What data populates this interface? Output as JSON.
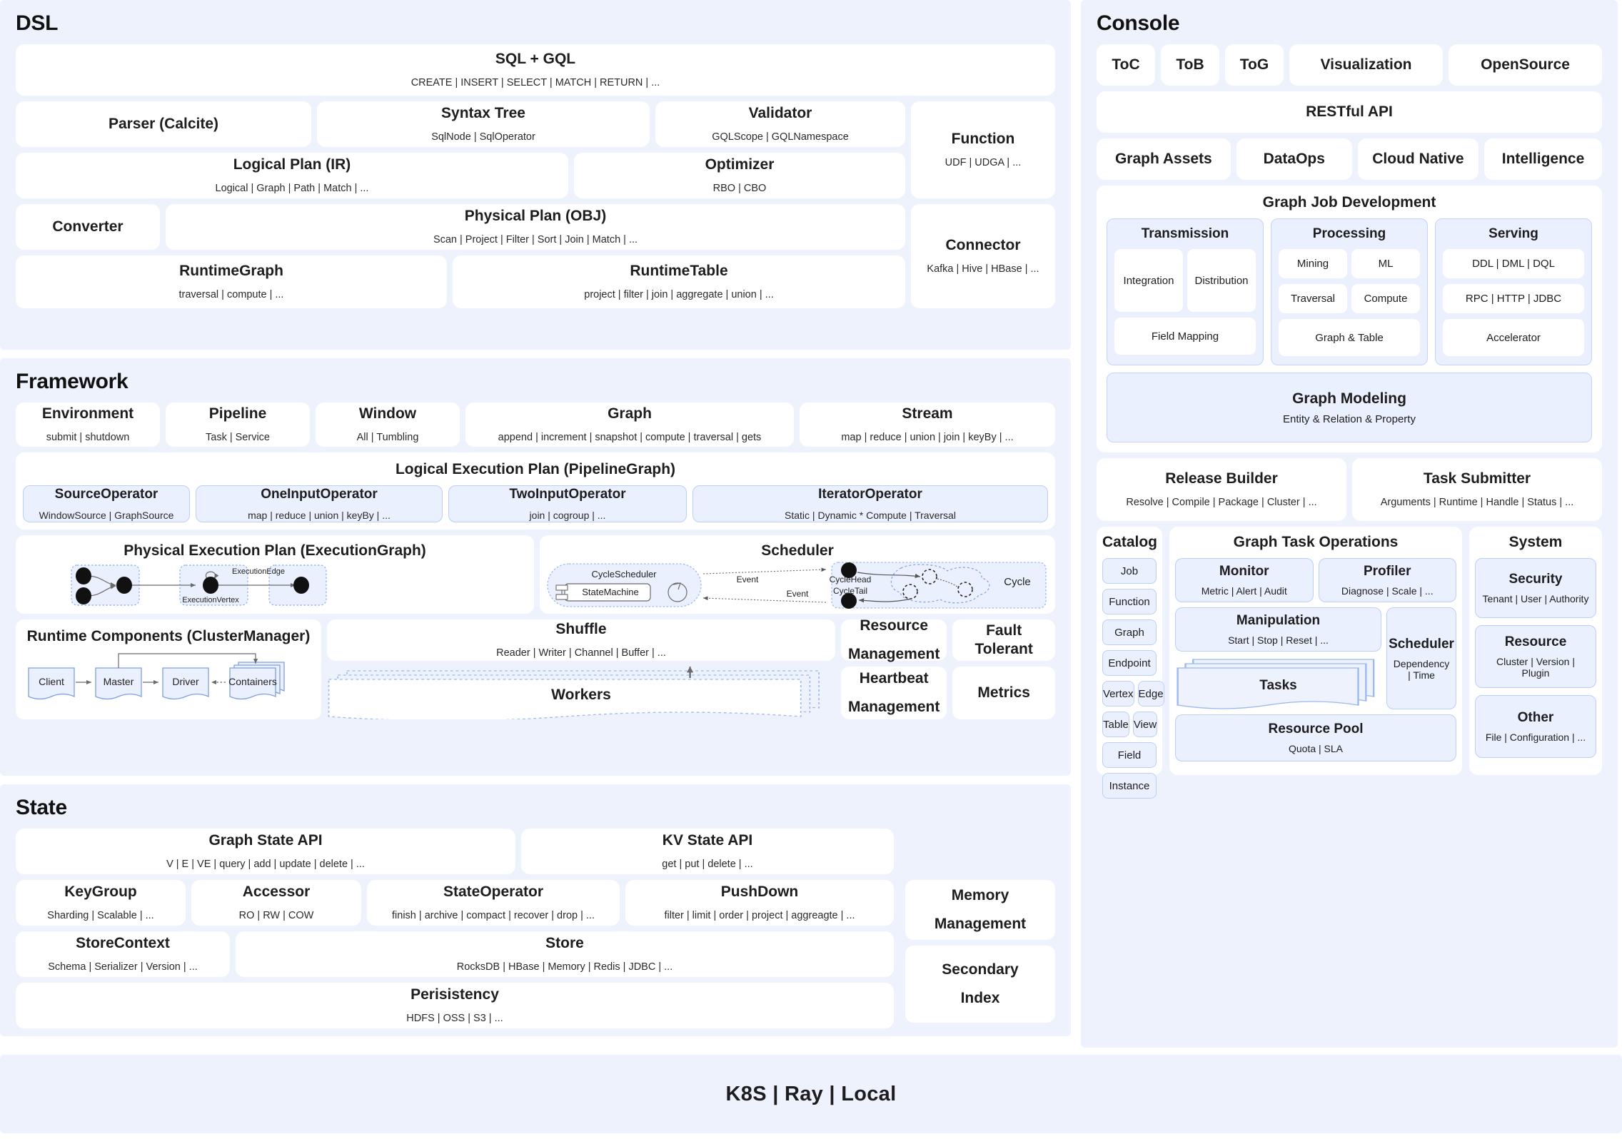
{
  "sections": {
    "dsl": {
      "title": "DSL"
    },
    "framework": {
      "title": "Framework"
    },
    "state": {
      "title": "State"
    },
    "console": {
      "title": "Console"
    }
  },
  "dsl": {
    "sql_gql": {
      "title": "SQL + GQL",
      "sub": "CREATE | INSERT | SELECT | MATCH | RETURN | ..."
    },
    "parser": {
      "title": "Parser (Calcite)",
      "sub": ""
    },
    "syntax_tree": {
      "title": "Syntax Tree",
      "sub": "SqlNode | SqlOperator"
    },
    "validator": {
      "title": "Validator",
      "sub": "GQLScope | GQLNamespace"
    },
    "logical_plan": {
      "title": "Logical Plan (IR)",
      "sub": "Logical | Graph | Path | Match | ..."
    },
    "optimizer": {
      "title": "Optimizer",
      "sub": "RBO | CBO"
    },
    "converter": {
      "title": "Converter",
      "sub": ""
    },
    "physical_plan": {
      "title": "Physical Plan (OBJ)",
      "sub": "Scan | Project | Filter | Sort | Join | Match | ..."
    },
    "runtime_graph": {
      "title": "RuntimeGraph",
      "sub": "traversal | compute | ..."
    },
    "runtime_table": {
      "title": "RuntimeTable",
      "sub": "project | filter | join | aggregate | union | ..."
    },
    "function": {
      "title": "Function",
      "sub": "UDF | UDGA | ..."
    },
    "connector": {
      "title": "Connector",
      "sub": "Kafka | Hive | HBase | ..."
    }
  },
  "framework": {
    "top_cards": [
      {
        "title": "Environment",
        "sub": "submit | shutdown"
      },
      {
        "title": "Pipeline",
        "sub": "Task | Service"
      },
      {
        "title": "Window",
        "sub": "All | Tumbling"
      },
      {
        "title": "Graph",
        "sub": "append | increment | snapshot | compute | traversal | gets"
      },
      {
        "title": "Stream",
        "sub": "map | reduce | union | join | keyBy | ..."
      }
    ],
    "logical_execution_plan": {
      "title": "Logical Execution Plan (PipelineGraph)"
    },
    "operators": [
      {
        "title": "SourceOperator",
        "sub": "WindowSource | GraphSource"
      },
      {
        "title": "OneInputOperator",
        "sub": "map | reduce | union | keyBy | ..."
      },
      {
        "title": "TwoInputOperator",
        "sub": "join | cogroup | ..."
      },
      {
        "title": "IteratorOperator",
        "sub": "Static | Dynamic * Compute | Traversal"
      }
    ],
    "physical_execution_plan": {
      "title": "Physical Execution Plan (ExecutionGraph)",
      "vertex_label": "ExecutionVertex",
      "edge_label": "ExecutionEdge"
    },
    "scheduler": {
      "title": "Scheduler",
      "cycle_scheduler": "CycleScheduler",
      "state_machine": "StateMachine",
      "event_top": "Event",
      "event_bottom": "Event",
      "cycle_head": "CycleHead",
      "cycle_tail": "CycleTail",
      "cycle": "Cycle"
    },
    "runtime_components": {
      "title": "Runtime Components (ClusterManager)",
      "nodes": [
        "Client",
        "Master",
        "Driver",
        "Containers"
      ]
    },
    "shuffle": {
      "title": "Shuffle",
      "sub": "Reader | Writer | Channel | Buffer | ..."
    },
    "workers": {
      "title": "Workers"
    },
    "right_cards": [
      {
        "line1": "Resource",
        "line2": "Management"
      },
      {
        "line1": "Fault Tolerant",
        "line2": ""
      },
      {
        "line1": "Heartbeat",
        "line2": "Management"
      },
      {
        "line1": "Metrics",
        "line2": ""
      }
    ]
  },
  "state": {
    "graph_state_api": {
      "title": "Graph State API",
      "sub": "V | E | VE | query | add | update | delete | ..."
    },
    "kv_state_api": {
      "title": "KV State API",
      "sub": "get | put | delete | ..."
    },
    "key_group": {
      "title": "KeyGroup",
      "sub": "Sharding | Scalable | ..."
    },
    "accessor": {
      "title": "Accessor",
      "sub": "RO | RW | COW"
    },
    "state_operator": {
      "title": "StateOperator",
      "sub": "finish | archive | compact | recover | drop | ..."
    },
    "push_down": {
      "title": "PushDown",
      "sub": "filter | limit | order | project | aggreagte | ..."
    },
    "store_context": {
      "title": "StoreContext",
      "sub": "Schema | Serializer | Version | ..."
    },
    "store": {
      "title": "Store",
      "sub": "RocksDB | HBase | Memory | Redis | JDBC | ..."
    },
    "persistency": {
      "title": "Perisistency",
      "sub": "HDFS | OSS | S3 | ..."
    },
    "memory_management": {
      "line1": "Memory",
      "line2": "Management"
    },
    "secondary_index": {
      "line1": "Secondary",
      "line2": "Index"
    }
  },
  "console": {
    "top_tabs": [
      "ToC",
      "ToB",
      "ToG",
      "Visualization",
      "OpenSource"
    ],
    "restful_api": "RESTful API",
    "second_tabs": [
      "Graph Assets",
      "DataOps",
      "Cloud Native",
      "Intelligence"
    ],
    "graph_job_development": {
      "title": "Graph Job Development",
      "columns": [
        {
          "header": "Transmission",
          "pair": [
            "Integration",
            "Distribution"
          ],
          "full": "Field Mapping"
        },
        {
          "header": "Processing",
          "pair2": [
            "Mining",
            "ML"
          ],
          "pair3": [
            "Traversal",
            "Compute"
          ],
          "full": "Graph & Table"
        },
        {
          "header": "Serving",
          "items": [
            "DDL | DML | DQL",
            "RPC | HTTP | JDBC",
            "Accelerator"
          ]
        }
      ],
      "graph_modeling": {
        "title": "Graph Modeling",
        "sub": "Entity & Relation & Property"
      }
    },
    "release_builder": {
      "title": "Release Builder",
      "sub": "Resolve | Compile | Package | Cluster | ..."
    },
    "task_submitter": {
      "title": "Task Submitter",
      "sub": "Arguments | Runtime | Handle | Status | ..."
    },
    "catalog": {
      "title": "Catalog",
      "items": [
        "Job",
        "Function",
        "Graph",
        "Endpoint"
      ],
      "pair1": [
        "Vertex",
        "Edge"
      ],
      "pair2": [
        "Table",
        "View"
      ],
      "items2": [
        "Field",
        "Instance"
      ]
    },
    "graph_task_operations": {
      "title": "Graph Task Operations",
      "monitor": {
        "title": "Monitor",
        "sub": "Metric | Alert | Audit"
      },
      "profiler": {
        "title": "Profiler",
        "sub": "Diagnose | Scale | ..."
      },
      "manipulation": {
        "title": "Manipulation",
        "sub": "Start | Stop | Reset | ..."
      },
      "scheduler": {
        "title": "Scheduler",
        "sub": "Dependency | Time"
      },
      "tasks": {
        "title": "Tasks"
      },
      "resource_pool": {
        "title": "Resource Pool",
        "sub": "Quota | SLA"
      }
    },
    "system": {
      "title": "System",
      "items": [
        {
          "title": "Security",
          "sub": "Tenant | User | Authority"
        },
        {
          "title": "Resource",
          "sub": "Cluster | Version | Plugin"
        },
        {
          "title": "Other",
          "sub": "File | Configuration | ..."
        }
      ]
    }
  },
  "bottom": {
    "text": "K8S | Ray | Local"
  },
  "colors": {
    "panel_bg": "#eef2fd",
    "card_bg": "#ffffff",
    "blue_fill": "#eaf0fd",
    "blue_border": "#bcd0f5",
    "text": "#1d1d1f"
  }
}
